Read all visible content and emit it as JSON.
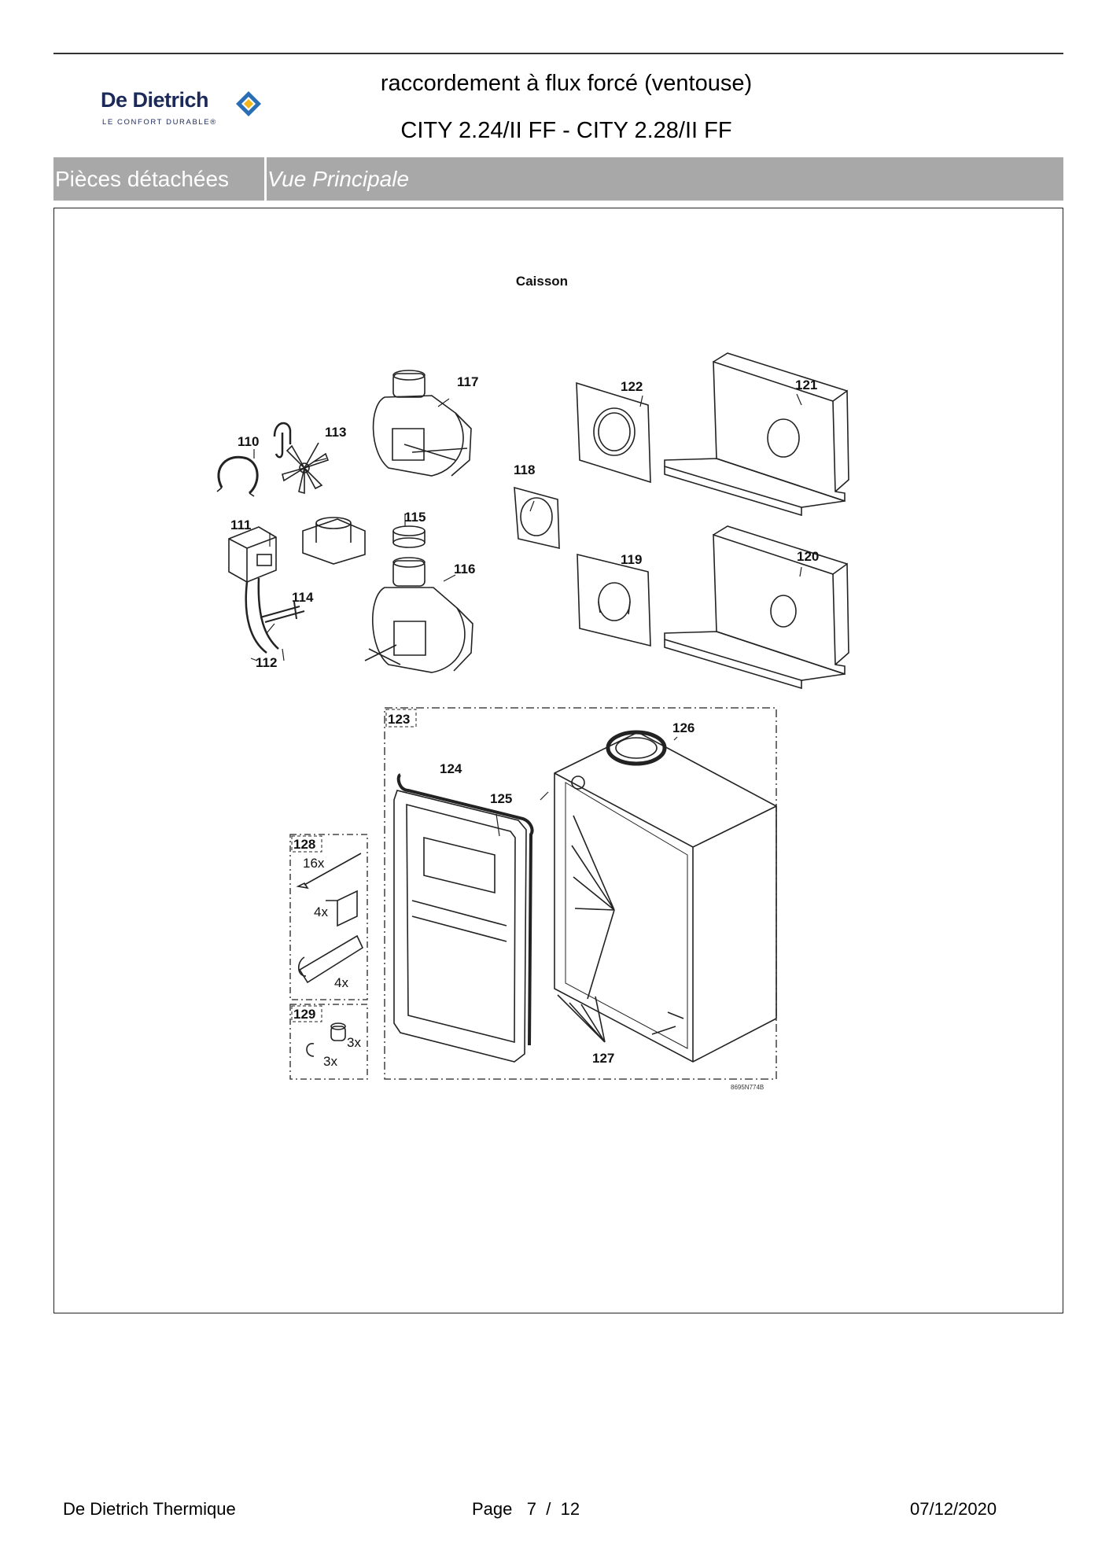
{
  "brand": {
    "name": "De Dietrich",
    "tagline": "LE CONFORT DURABLE®",
    "mark_color": "#2a6fb6",
    "accent_color": "#f3b51c"
  },
  "header": {
    "title_line1": "raccordement à flux forcé (ventouse)",
    "title_line2": "CITY 2.24/II FF - CITY 2.28/II FF"
  },
  "section": {
    "category": "Pièces détachées",
    "view": "Vue Principale",
    "bar_color": "#a8a8a8"
  },
  "diagram": {
    "caption": "Caisson",
    "reference": "8695N774B",
    "callouts": {
      "c110": "110",
      "c111": "111",
      "c112": "112",
      "c113": "113",
      "c114": "114",
      "c115": "115",
      "c116": "116",
      "c117": "117",
      "c118": "118",
      "c119": "119",
      "c120": "120",
      "c121": "121",
      "c122": "122",
      "c123": "123",
      "c124": "124",
      "c125": "125",
      "c126": "126",
      "c127": "127",
      "c128": "128",
      "c129": "129"
    },
    "quantities": {
      "q16": "16x",
      "q4a": "4x",
      "q4b": "4x",
      "q3a": "3x",
      "q3b": "3x"
    }
  },
  "footer": {
    "company": "De Dietrich Thermique",
    "page_label": "Page",
    "page_current": "7",
    "page_separator": "/",
    "page_total": "12",
    "date": "07/12/2020"
  }
}
